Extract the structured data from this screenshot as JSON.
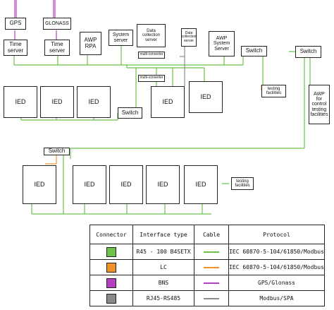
{
  "colors": {
    "ethernet": "#6cc24a",
    "optic": "#f0932b",
    "bns": "#b43fbf",
    "rs485": "#8a8a8a"
  },
  "nodes": {
    "gps": "GPS",
    "glonass": "GLONASS",
    "time_server_1": "Time\nserver",
    "time_server_2": "Time\nserver",
    "awp_rpa": "AWP\nRPA",
    "system_server": "System\nserver",
    "data_collection_1": "Data\ncollection\nserver",
    "data_collection_2": "Data\ncollection\nserver",
    "awp_system_server": "AWP\nSystem\nServer",
    "switch_1": "Switch",
    "switch_2": "Switch",
    "switch_3": "Switch",
    "switch_4": "Switch",
    "multi_converter_1": "multi-converter",
    "multi_converter_2": "multi-converter",
    "ied": "IED",
    "testing_facilities_1": "testing\nfacilities",
    "testing_facilities_2": "testing\nfacilities",
    "awp_control": "AWP\nfor\ncontrol\ntesting\nfacilities"
  },
  "legend": {
    "headers": {
      "connector": "Connector",
      "interface": "Interface type",
      "cable": "Cable",
      "protocol": "Protocol"
    },
    "rows": [
      {
        "interface": "R45 - 100 B4SETX",
        "protocol": "IEC 60870-5-104/61850/Modbus",
        "color": "#6cc24a"
      },
      {
        "interface": "LC",
        "protocol": "IEC 60870-5-104/61850/Modbus",
        "color": "#f0932b"
      },
      {
        "interface": "BNS",
        "protocol": "GPS/Glonass",
        "color": "#b43fbf"
      },
      {
        "interface": "RJ45-RS485",
        "protocol": "Modbus/SPA",
        "color": "#8a8a8a"
      }
    ]
  }
}
